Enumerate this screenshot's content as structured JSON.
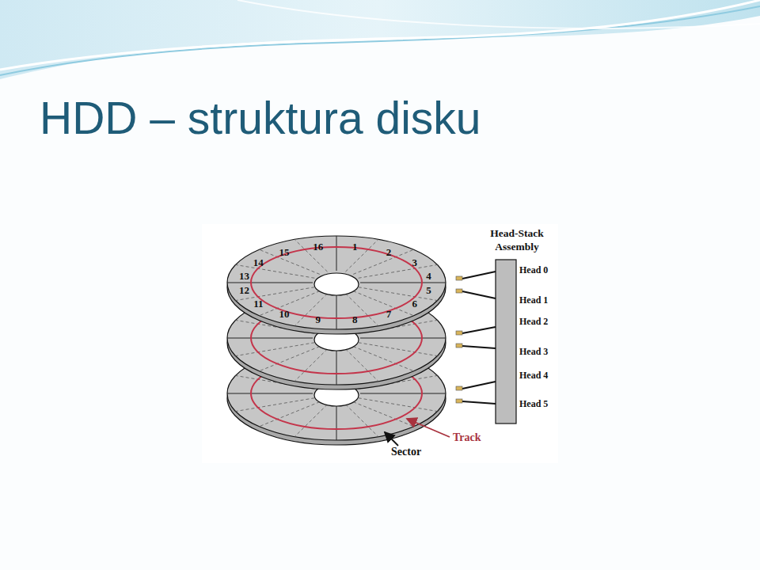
{
  "diagram": {
    "title": "HDD – struktura disku",
    "nodes": [
      {
        "text": [
          "Head-Stack Assembly"
        ]
      }
    ],
    "labels": [
      "1",
      "2",
      "3",
      "4",
      "5",
      "6",
      "7",
      "8",
      "9",
      "10",
      "11",
      "12",
      "13",
      "14",
      "15",
      "16",
      "Head 0",
      "Head 1",
      "Head 2",
      "Head 3",
      "Head 4",
      "Head 5",
      "Track",
      "Sector"
    ]
  }
}
